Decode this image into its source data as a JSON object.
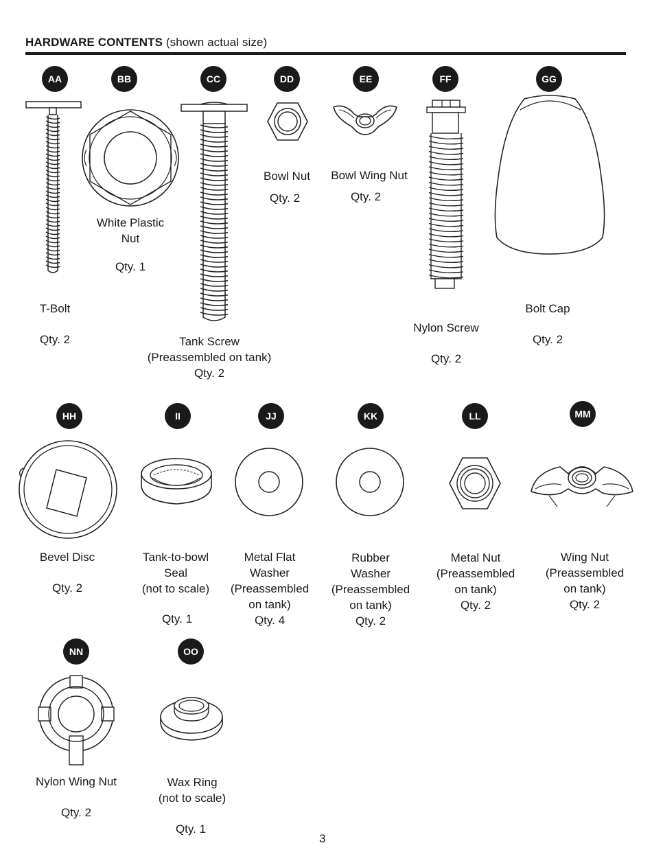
{
  "header": {
    "title": "HARDWARE CONTENTS",
    "note": "(shown actual size)"
  },
  "items": [
    {
      "code": "AA",
      "icon": "t-bolt",
      "name": "T-Bolt",
      "qty": "Qty. 2"
    },
    {
      "code": "BB",
      "icon": "white-plastic-nut",
      "name": "White Plastic Nut",
      "name_lines": [
        "White Plastic",
        "Nut"
      ],
      "qty": "Qty. 1"
    },
    {
      "code": "CC",
      "icon": "tank-screw",
      "name": "Tank Screw",
      "note": "(Preassembled on tank)",
      "qty": "Qty. 2"
    },
    {
      "code": "DD",
      "icon": "bowl-nut",
      "name": "Bowl Nut",
      "qty": "Qty. 2"
    },
    {
      "code": "EE",
      "icon": "bowl-wing-nut",
      "name": "Bowl Wing Nut",
      "qty": "Qty. 2"
    },
    {
      "code": "FF",
      "icon": "nylon-screw",
      "name": "Nylon Screw",
      "qty": "Qty. 2"
    },
    {
      "code": "GG",
      "icon": "bolt-cap",
      "name": "Bolt Cap",
      "qty": "Qty. 2"
    },
    {
      "code": "HH",
      "icon": "bevel-disc",
      "name": "Bevel Disc",
      "qty": "Qty. 2"
    },
    {
      "code": "II",
      "icon": "tank-to-bowl-seal",
      "name": "Tank-to-bowl Seal",
      "name_lines": [
        "Tank-to-bowl",
        "Seal"
      ],
      "note": "(not to scale)",
      "qty": "Qty. 1"
    },
    {
      "code": "JJ",
      "icon": "metal-flat-washer",
      "name": "Metal Flat Washer",
      "name_lines": [
        "Metal Flat",
        "Washer"
      ],
      "note": "(Preassembled on tank)",
      "note_lines": [
        "(Preassembled",
        "on tank)"
      ],
      "qty": "Qty. 4"
    },
    {
      "code": "KK",
      "icon": "rubber-washer",
      "name": "Rubber Washer",
      "name_lines": [
        "Rubber",
        "Washer"
      ],
      "note": "(Preassembled on tank)",
      "note_lines": [
        "(Preassembled",
        "on tank)"
      ],
      "qty": "Qty. 2"
    },
    {
      "code": "LL",
      "icon": "metal-nut",
      "name": "Metal Nut",
      "note": "(Preassembled on tank)",
      "note_lines": [
        "(Preassembled",
        "on tank)"
      ],
      "qty": "Qty. 2"
    },
    {
      "code": "MM",
      "icon": "wing-nut",
      "name": "Wing Nut",
      "note": "(Preassembled on tank)",
      "note_lines": [
        "(Preassembled",
        "on tank)"
      ],
      "qty": "Qty. 2"
    },
    {
      "code": "NN",
      "icon": "nylon-wing-nut",
      "name": "Nylon Wing Nut",
      "qty": "Qty. 2"
    },
    {
      "code": "OO",
      "icon": "wax-ring",
      "name": "Wax Ring",
      "note": "(not to scale)",
      "qty": "Qty. 1"
    }
  ],
  "footer": {
    "page_number": "3"
  }
}
